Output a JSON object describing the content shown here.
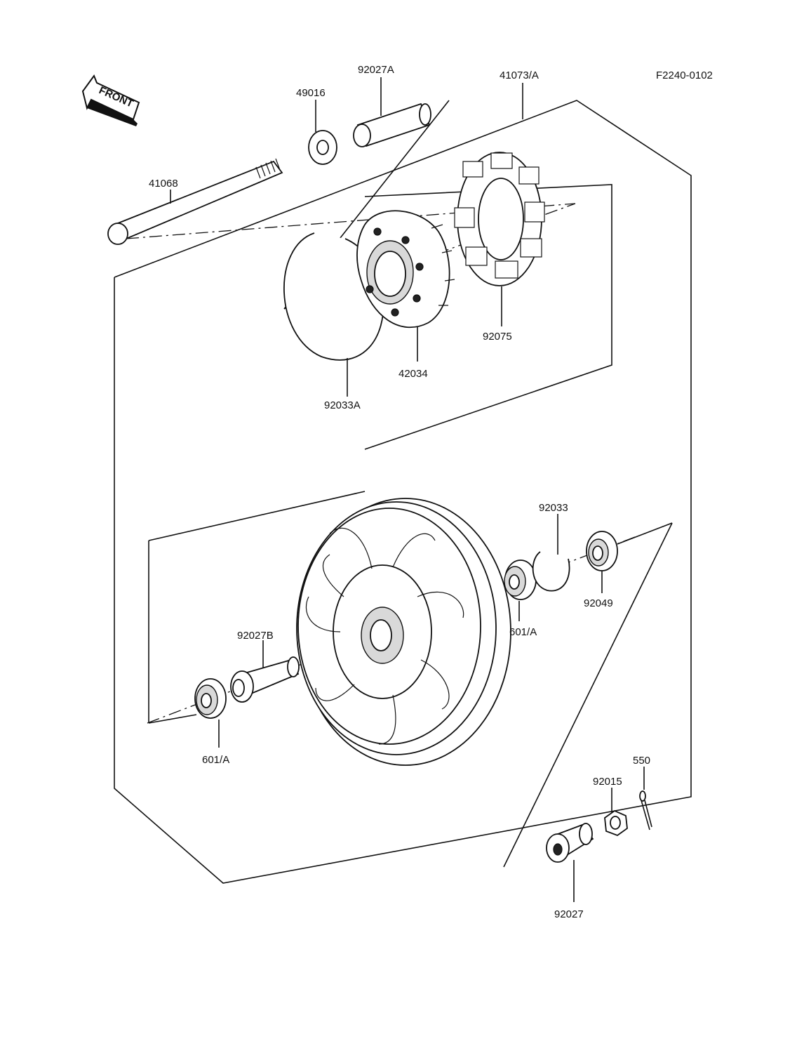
{
  "drawing_code": "F2240-0102",
  "front_arrow_label": "FRONT",
  "labels": {
    "p92027A": "92027A",
    "p49016": "49016",
    "p41073A": "41073/A",
    "p41068": "41068",
    "p92075": "92075",
    "p42034": "42034",
    "p92033A": "92033A",
    "p92033": "92033",
    "p92049": "92049",
    "p601A_right": "601/A",
    "p92027B": "92027B",
    "p601A_left": "601/A",
    "p550": "550",
    "p92015": "92015",
    "p92027": "92027"
  }
}
